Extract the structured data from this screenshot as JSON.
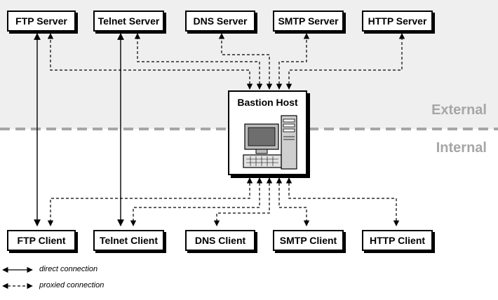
{
  "zones": {
    "external": "External",
    "internal": "Internal"
  },
  "bastion": {
    "label": "Bastion Host",
    "icon": "computer-icon"
  },
  "servers": [
    {
      "id": "ftp",
      "label": "FTP Server"
    },
    {
      "id": "telnet",
      "label": "Telnet Server"
    },
    {
      "id": "dns",
      "label": "DNS Server"
    },
    {
      "id": "smtp",
      "label": "SMTP Server"
    },
    {
      "id": "http",
      "label": "HTTP Server"
    }
  ],
  "clients": [
    {
      "id": "ftp",
      "label": "FTP Client"
    },
    {
      "id": "telnet",
      "label": "Telnet Client"
    },
    {
      "id": "dns",
      "label": "DNS Client"
    },
    {
      "id": "smtp",
      "label": "SMTP Client"
    },
    {
      "id": "http",
      "label": "HTTP Client"
    }
  ],
  "legend": {
    "direct": "direct connection",
    "proxied": "proxied connection"
  },
  "colors": {
    "external_bg": "#efefef",
    "boundary": "#a6a6a6",
    "line": "#000000"
  }
}
